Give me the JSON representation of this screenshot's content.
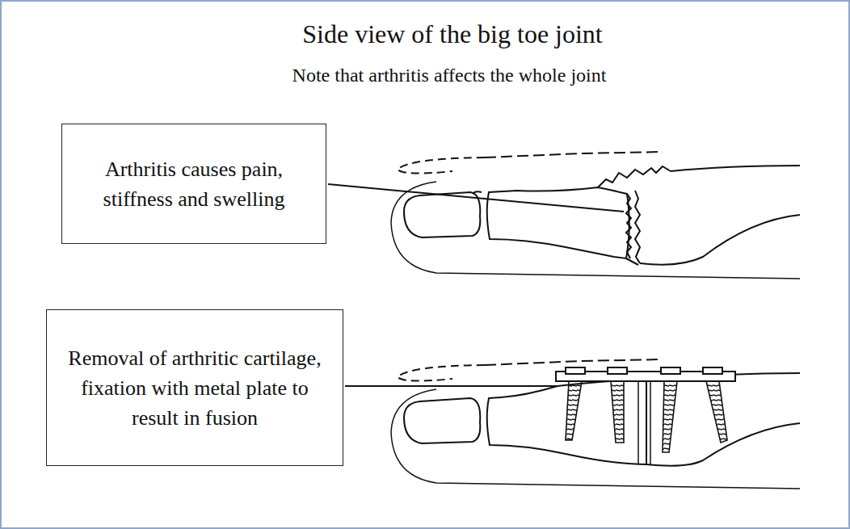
{
  "diagram": {
    "title": "Side view of the big toe joint",
    "nodes": [
      {
        "text": [
          "Arthritis causes pain, stiffness and swelling"
        ]
      },
      {
        "text": [
          "Removal of arthritic cartilage, fixation with metal plate to result in fusion"
        ]
      }
    ],
    "labels": [
      "Note that arthritis affects the whole joint"
    ]
  }
}
